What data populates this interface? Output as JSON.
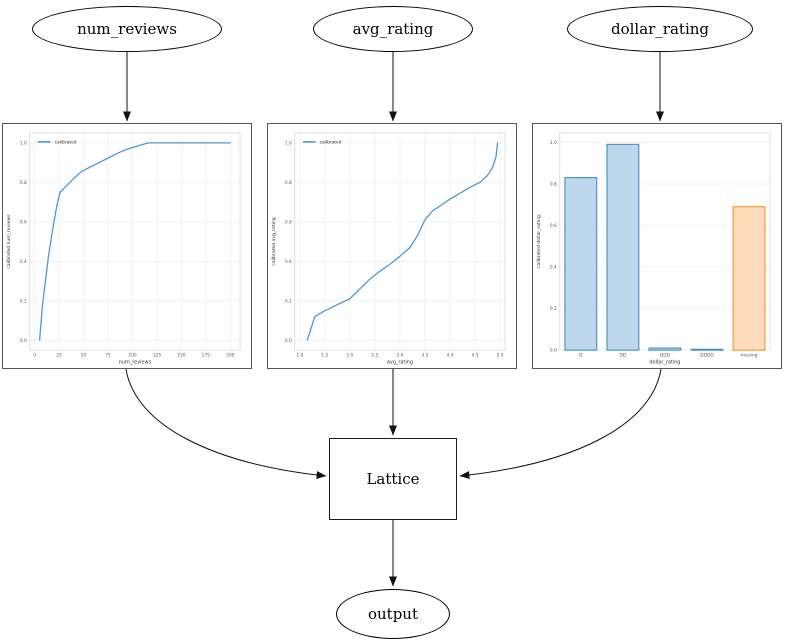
{
  "nodes": {
    "num_reviews": "num_reviews",
    "avg_rating": "avg_rating",
    "dollar_rating": "dollar_rating",
    "lattice": "Lattice",
    "output": "output"
  },
  "colors": {
    "edge_arrow": "#111111",
    "node_border": "#000000",
    "plot_border": "#555555",
    "grid": "#ececec",
    "axes_spine": "#d6d6d6",
    "tick_text": "#555555",
    "label_text": "#333333",
    "line_blue": "#4a98d3",
    "bar_blue_fill": "#bed7ec",
    "bar_blue_edge": "#3c8ec4",
    "bar_orange_fill": "#fcdcbb",
    "bar_orange_edge": "#fd8d2a"
  },
  "chart_data": [
    {
      "type": "line",
      "title": "",
      "xlabel": "num_reviews",
      "ylabel": "calibrated num_reviews",
      "legend": "calibrated",
      "legend_position": "upper left",
      "grid": true,
      "xlim": [
        -5,
        210
      ],
      "ylim": [
        -0.05,
        1.05
      ],
      "xticks": [
        0,
        25,
        50,
        75,
        100,
        125,
        150,
        175,
        200
      ],
      "xtick_labels": [
        "0",
        "25",
        "50",
        "75",
        "100",
        "125",
        "150",
        "175",
        "200"
      ],
      "yticks": [
        0.0,
        0.2,
        0.4,
        0.6,
        0.8,
        1.0
      ],
      "ytick_labels": [
        "0.0",
        "0.2",
        "0.4",
        "0.6",
        "0.8",
        "1.0"
      ],
      "series": [
        {
          "name": "calibrated",
          "color": "#4a98d3",
          "x": [
            5,
            8,
            11,
            14,
            17,
            20,
            23,
            26,
            32,
            40,
            48,
            56,
            66,
            76,
            86,
            96,
            106,
            116,
            200
          ],
          "y": [
            0.0,
            0.18,
            0.3,
            0.42,
            0.52,
            0.61,
            0.69,
            0.75,
            0.78,
            0.82,
            0.855,
            0.875,
            0.9,
            0.925,
            0.95,
            0.97,
            0.985,
            1.0,
            1.0
          ]
        }
      ]
    },
    {
      "type": "line",
      "title": "",
      "xlabel": "avg_rating",
      "ylabel": "calibrated avg_rating",
      "legend": "calibrated",
      "legend_position": "upper left",
      "grid": true,
      "xlim": [
        0.9,
        5.1
      ],
      "ylim": [
        -0.05,
        1.05
      ],
      "xticks": [
        1.0,
        1.5,
        2.0,
        2.5,
        3.0,
        3.5,
        4.0,
        4.5,
        5.0
      ],
      "xtick_labels": [
        "1.0",
        "1.5",
        "2.0",
        "2.5",
        "3.0",
        "3.5",
        "4.0",
        "4.5",
        "5.0"
      ],
      "yticks": [
        0.0,
        0.2,
        0.4,
        0.6,
        0.8,
        1.0
      ],
      "ytick_labels": [
        "0.0",
        "0.2",
        "0.4",
        "0.6",
        "0.8",
        "1.0"
      ],
      "series": [
        {
          "name": "calibrated",
          "color": "#4a98d3",
          "x": [
            1.15,
            1.3,
            1.5,
            1.75,
            2.0,
            2.2,
            2.4,
            2.6,
            2.8,
            3.0,
            3.2,
            3.35,
            3.5,
            3.65,
            3.8,
            4.0,
            4.2,
            4.4,
            4.6,
            4.75,
            4.85,
            4.92,
            4.95
          ],
          "y": [
            0.0,
            0.12,
            0.15,
            0.18,
            0.21,
            0.26,
            0.31,
            0.35,
            0.385,
            0.425,
            0.47,
            0.53,
            0.61,
            0.655,
            0.68,
            0.715,
            0.745,
            0.775,
            0.8,
            0.835,
            0.875,
            0.93,
            1.0
          ]
        }
      ]
    },
    {
      "type": "bar",
      "title": "",
      "xlabel": "dollar_rating",
      "ylabel": "calibrated dollar_rating",
      "grid": true,
      "ylim": [
        0,
        1.045
      ],
      "yticks": [
        0.0,
        0.2,
        0.4,
        0.6,
        0.8,
        1.0
      ],
      "ytick_labels": [
        "0.0",
        "0.2",
        "0.4",
        "0.6",
        "0.8",
        "1.0"
      ],
      "categories": [
        "D",
        "DD",
        "DDD",
        "DDDD",
        "missing"
      ],
      "values": [
        0.83,
        0.99,
        0.01,
        0.004,
        0.69
      ],
      "bar_fills": [
        "#bed7ec",
        "#bed7ec",
        "#bed7ec",
        "#bed7ec",
        "#fcdcbb"
      ],
      "bar_edges": [
        "#3c8ec4",
        "#3c8ec4",
        "#3c8ec4",
        "#3c8ec4",
        "#fd8d2a"
      ]
    }
  ]
}
